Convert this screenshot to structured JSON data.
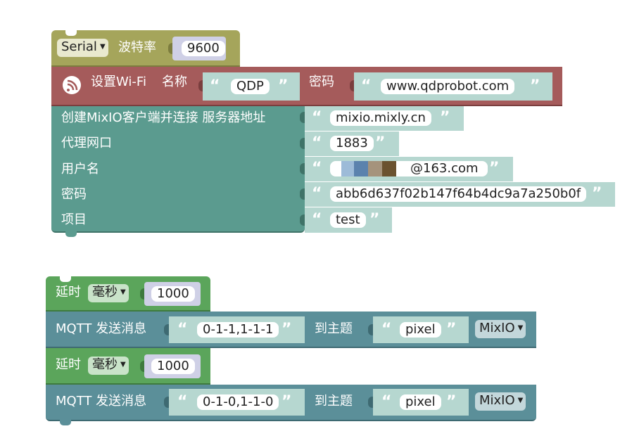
{
  "serial": {
    "port": "Serial",
    "baud_label": "波特率",
    "baud_value": "9600"
  },
  "wifi": {
    "label": "设置Wi-Fi",
    "name_label": "名称",
    "ssid": "QDP",
    "password_label": "密码",
    "password": "www.qdprobot.com"
  },
  "mixio": {
    "server_label": "创建MixIO客户端并连接 服务器地址",
    "server": "mixio.mixly.cn",
    "port_label": "代理网口",
    "port": "1883",
    "username_label": "用户名",
    "username_suffix": "@163.com",
    "password_label": "密码",
    "password": "abb6d637f02b147f64b4dc9a7a250b0f",
    "project_label": "项目",
    "project": "test"
  },
  "program": {
    "delay_label": "延时",
    "delay_unit": "毫秒",
    "delay1_value": "1000",
    "delay2_value": "1000",
    "publish_label": "MQTT 发送消息",
    "topic_label": "到主题",
    "publish1_message": "0-1-1,1-1-1",
    "publish1_topic": "pixel",
    "publish1_client": "MixIO",
    "publish2_message": "0-1-0,1-1-0",
    "publish2_topic": "pixel",
    "publish2_client": "MixIO"
  },
  "colors": {
    "serial_block": "#a5a55b",
    "wifi_block": "#a55b5b",
    "mixio_block": "#5b9b8f",
    "delay_block": "#5ba55b",
    "mqtt_block": "#5b8f99",
    "text_slot": "#b6d7d0"
  }
}
